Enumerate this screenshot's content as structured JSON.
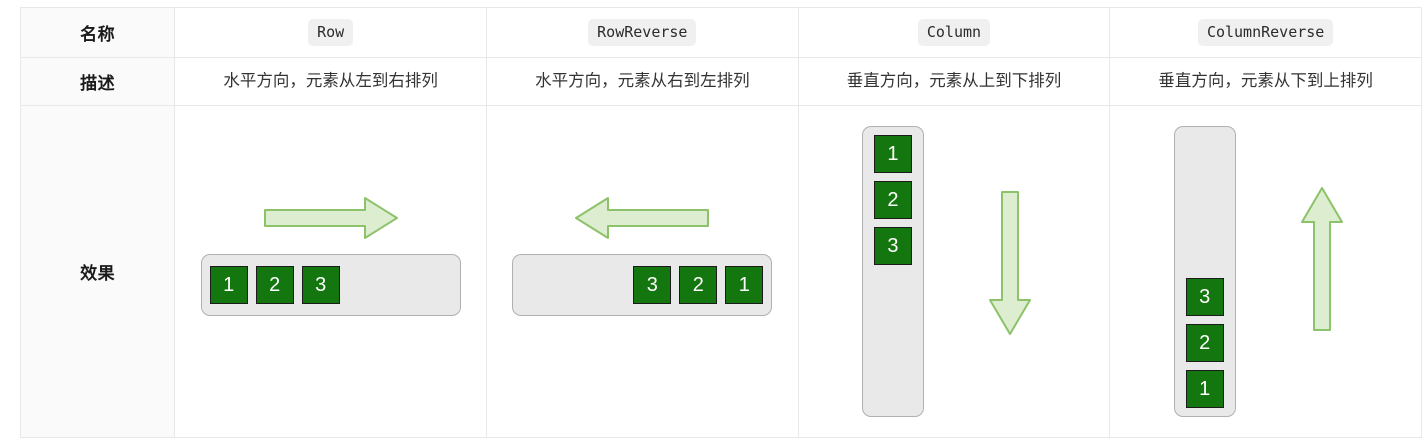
{
  "table": {
    "row_labels": {
      "name": "名称",
      "description": "描述",
      "effect": "效果"
    },
    "columns": [
      {
        "key": "row",
        "name": "Row",
        "description": "水平方向，元素从左到右排列",
        "direction": "right",
        "orientation": "horizontal",
        "items": [
          "1",
          "2",
          "3"
        ],
        "align": "start"
      },
      {
        "key": "row-reverse",
        "name": "RowReverse",
        "description": "水平方向，元素从右到左排列",
        "direction": "left",
        "orientation": "horizontal",
        "items": [
          "3",
          "2",
          "1"
        ],
        "align": "end"
      },
      {
        "key": "column",
        "name": "Column",
        "description": "垂直方向，元素从上到下排列",
        "direction": "down",
        "orientation": "vertical",
        "items": [
          "1",
          "2",
          "3"
        ],
        "align": "start"
      },
      {
        "key": "column-reverse",
        "name": "ColumnReverse",
        "description": "垂直方向，元素从下到上排列",
        "direction": "up",
        "orientation": "vertical",
        "items": [
          "3",
          "2",
          "1"
        ],
        "align": "end"
      }
    ]
  },
  "colors": {
    "item_fill": "#14760e",
    "item_border": "#1c1c1c",
    "item_text": "#ffffff",
    "container_fill": "#e9e9e9",
    "container_border": "#b0b0b0",
    "arrow_fill": "#dcedd0",
    "arrow_stroke": "#8cc269",
    "table_border": "#e8e8e8",
    "label_cell_bg": "#fafafa",
    "badge_bg": "#f0f0f0"
  }
}
